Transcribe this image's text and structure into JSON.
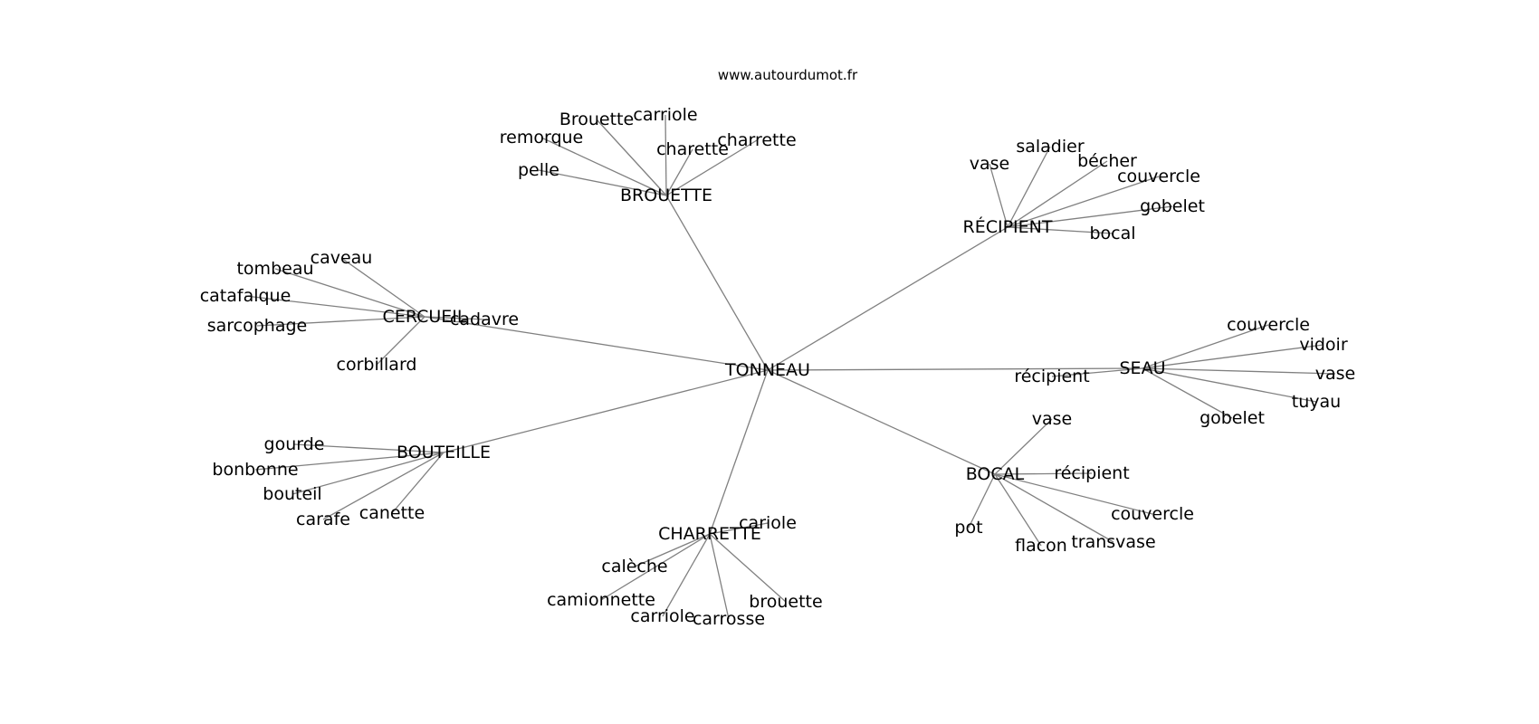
{
  "watermark": "www.autourdumot.fr",
  "center": "TONNEAU",
  "clusters": [
    {
      "label": "BROUETTE",
      "leaves": [
        "pelle",
        "remorque",
        "Brouette",
        "carriole",
        "charette",
        "charrette"
      ]
    },
    {
      "label": "RÉCIPIENT",
      "leaves": [
        "vase",
        "saladier",
        "bécher",
        "couvercle",
        "gobelet",
        "bocal"
      ]
    },
    {
      "label": "CERCUEIL",
      "leaves": [
        "caveau",
        "tombeau",
        "catafalque",
        "sarcophage",
        "corbillard",
        "cadavre"
      ]
    },
    {
      "label": "SEAU",
      "leaves": [
        "couvercle",
        "vidoir",
        "vase",
        "tuyau",
        "gobelet",
        "récipient"
      ]
    },
    {
      "label": "BOUTEILLE",
      "leaves": [
        "gourde",
        "bonbonne",
        "bouteil",
        "carafe",
        "canette"
      ]
    },
    {
      "label": "BOCAL",
      "leaves": [
        "vase",
        "récipient",
        "couvercle",
        "transvase",
        "flacon",
        "pot"
      ]
    },
    {
      "label": "CHARRETTE",
      "leaves": [
        "cariole",
        "calèche",
        "camionnette",
        "carriole",
        "carrosse",
        "brouette"
      ]
    }
  ]
}
